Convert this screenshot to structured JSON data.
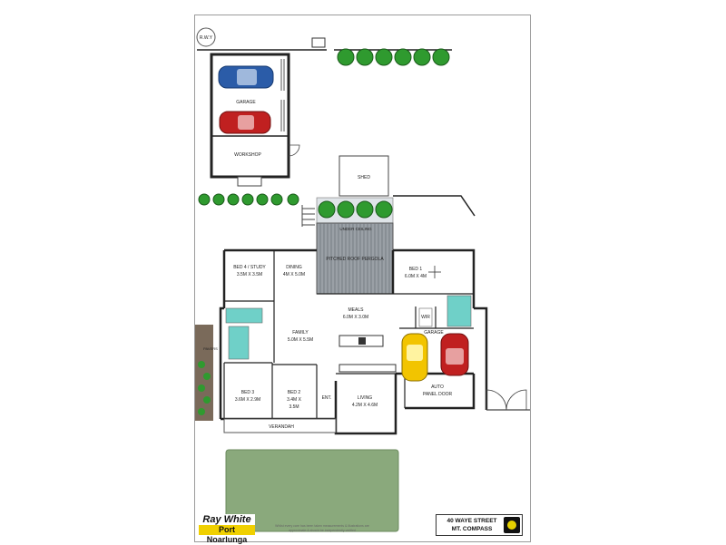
{
  "labels": {
    "row": "R.W.Y",
    "garage_top": "GARAGE",
    "workshop": "WORKSHOP",
    "shed": "SHED",
    "under_pergola": "UNDER CEILING",
    "pitched_pergola": "PITCHED ROOF PERGOLA",
    "bed4": "BED 4 / STUDY",
    "bed4_dim": "3.5M X 3.5M",
    "dining": "DINING",
    "dining_dim": "4M X 5.0M",
    "bed1": "BED 1",
    "bed1_dim": "6.0M X 4M",
    "meals": "MEALS",
    "meals_dim": "6.0M X 3.0M",
    "family": "FAMILY",
    "family_dim": "5.0M X 5.5M",
    "wir": "WIR",
    "garage_bottom": "GARAGE",
    "auto_door": "AUTO",
    "auto_door_2": "PANEL DOOR",
    "bed3": "BED 3",
    "bed3_dim": "3.6M X 2.9M",
    "bed2": "BED 2",
    "bed2_dim": "3.4M X",
    "bed2_dim_2": "3.5M",
    "ent": "ENT.",
    "living": "LIVING",
    "living_dim": "4.2M X 4.6M",
    "verandah": "VERANDAH",
    "pavers": "PAVERS"
  },
  "brand": {
    "name": "Ray White",
    "office": "Port Noarlunga"
  },
  "address": {
    "line1": "40 WAYE STREET",
    "line2": "MT. COMPASS"
  },
  "disclaimer": "Whilst every care has been taken measurements & illustrations are approximate & should be independently verified",
  "colors": {
    "lawn": "#8aa97c",
    "pergola": "#9aa0a6",
    "wet": "#6fd0c8",
    "pavers": "#7a6a5a",
    "hedge": "#2f9a2f",
    "car_blue": "#2b5ca8",
    "car_red": "#c02020",
    "car_yellow": "#f2c400"
  }
}
